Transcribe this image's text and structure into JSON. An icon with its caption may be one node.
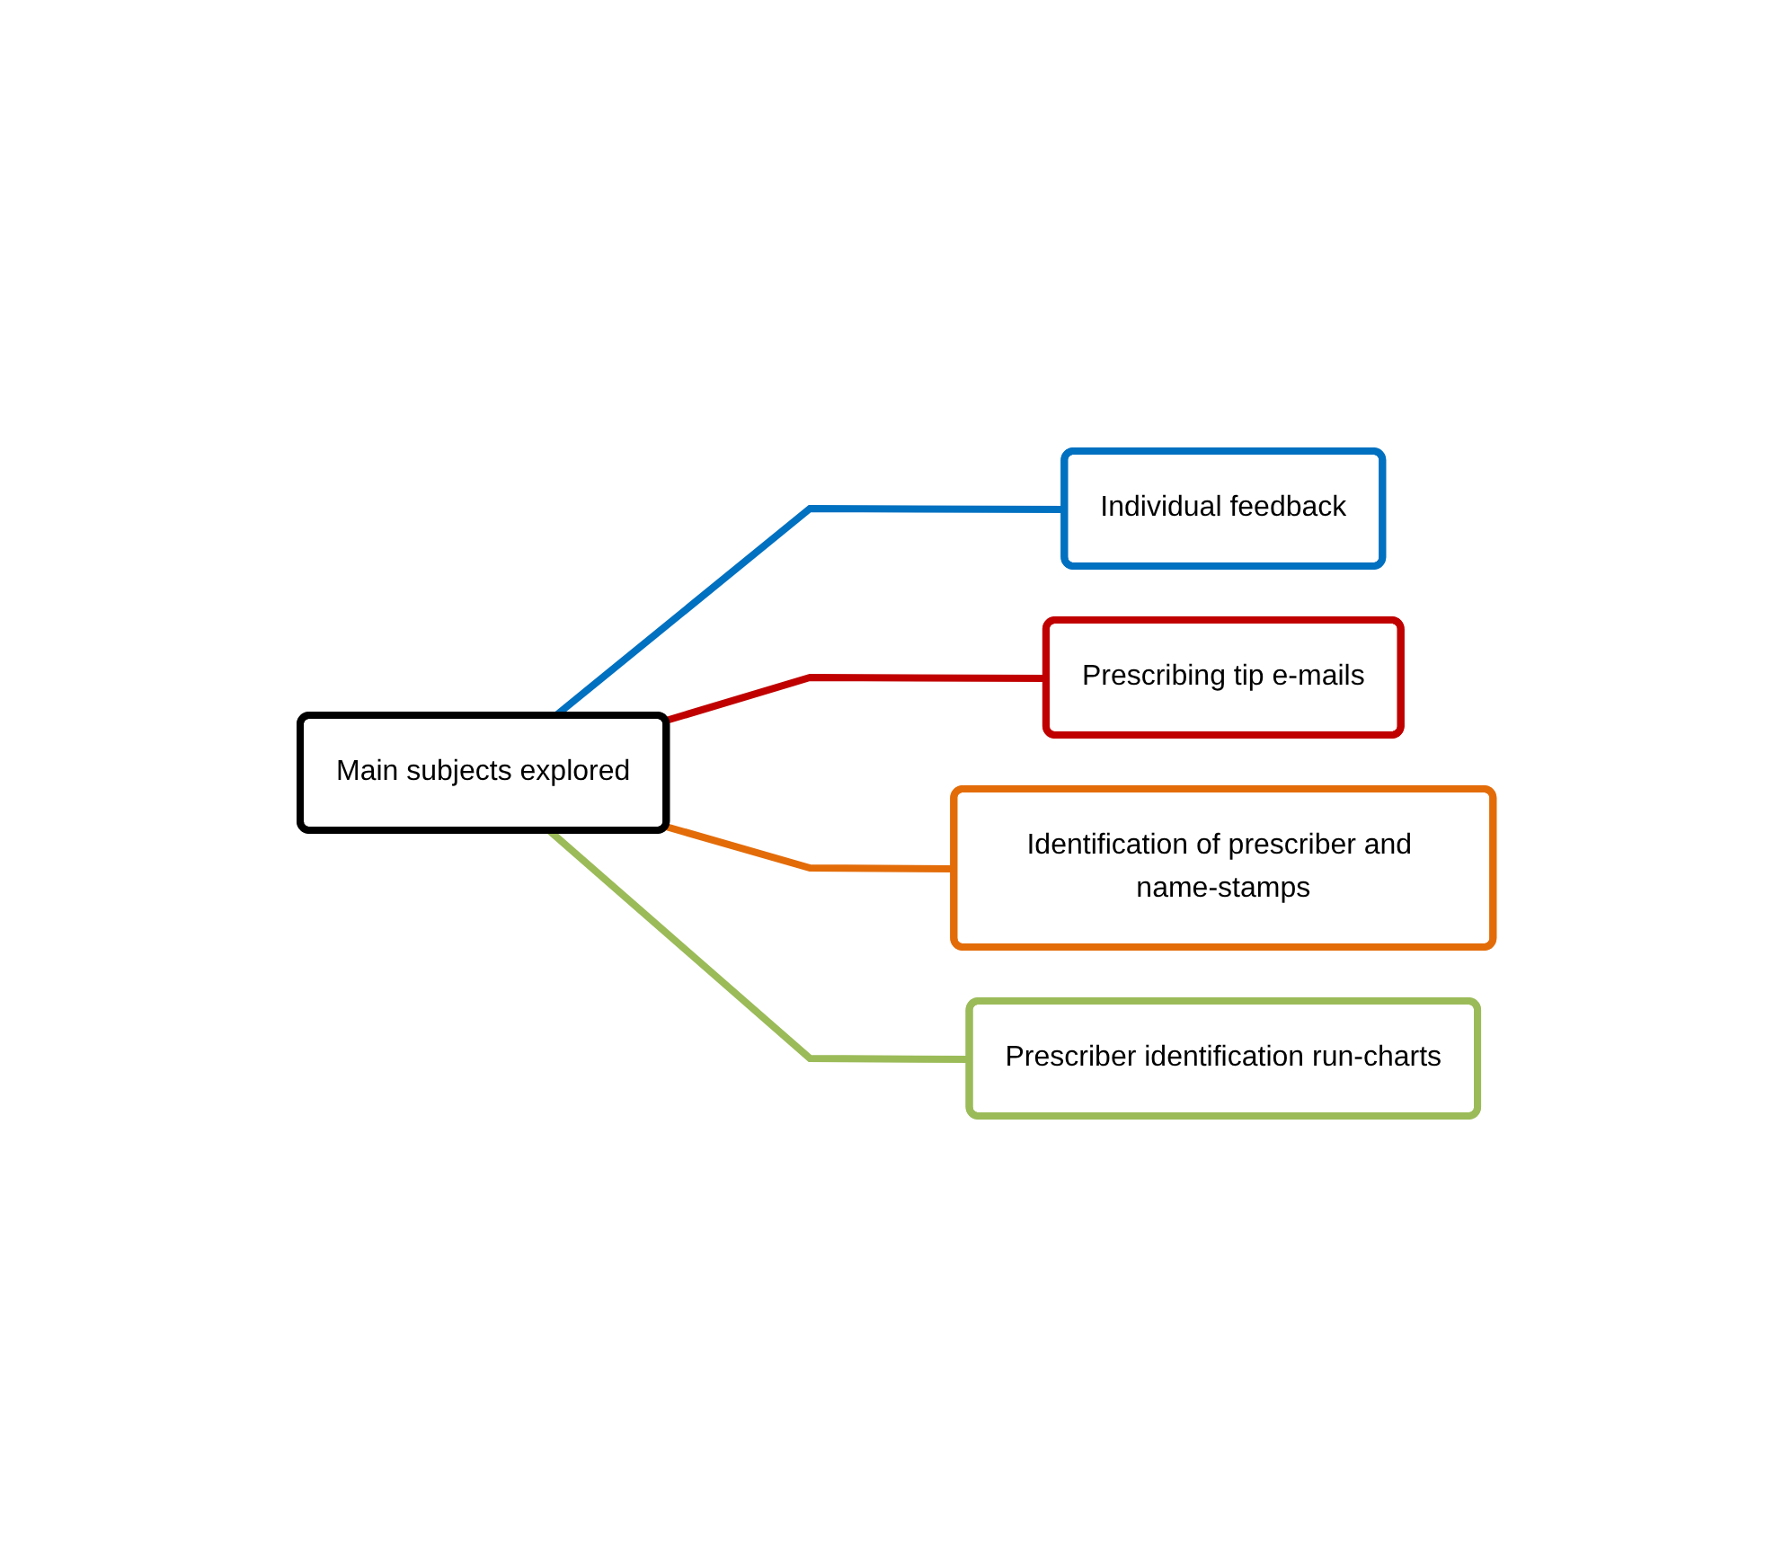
{
  "diagram": {
    "nodes": [
      {
        "text": [
          "Main subjects explored"
        ]
      },
      {
        "text": [
          "Individual feedback"
        ]
      },
      {
        "text": [
          "Prescribing tip e-mails"
        ]
      },
      {
        "text": [
          "Identification of prescriber and name-stamps"
        ]
      },
      {
        "text": [
          "Prescriber identification run-charts"
        ]
      }
    ],
    "edges": [
      {
        "from": 0,
        "to": 1,
        "arrow": "none",
        "color": "#0070c0"
      },
      {
        "from": 0,
        "to": 2,
        "arrow": "none",
        "color": "#c00000"
      },
      {
        "from": 0,
        "to": 3,
        "arrow": "none",
        "color": "#e36c09"
      },
      {
        "from": 0,
        "to": 4,
        "arrow": "none",
        "color": "#9bbb59"
      }
    ]
  }
}
